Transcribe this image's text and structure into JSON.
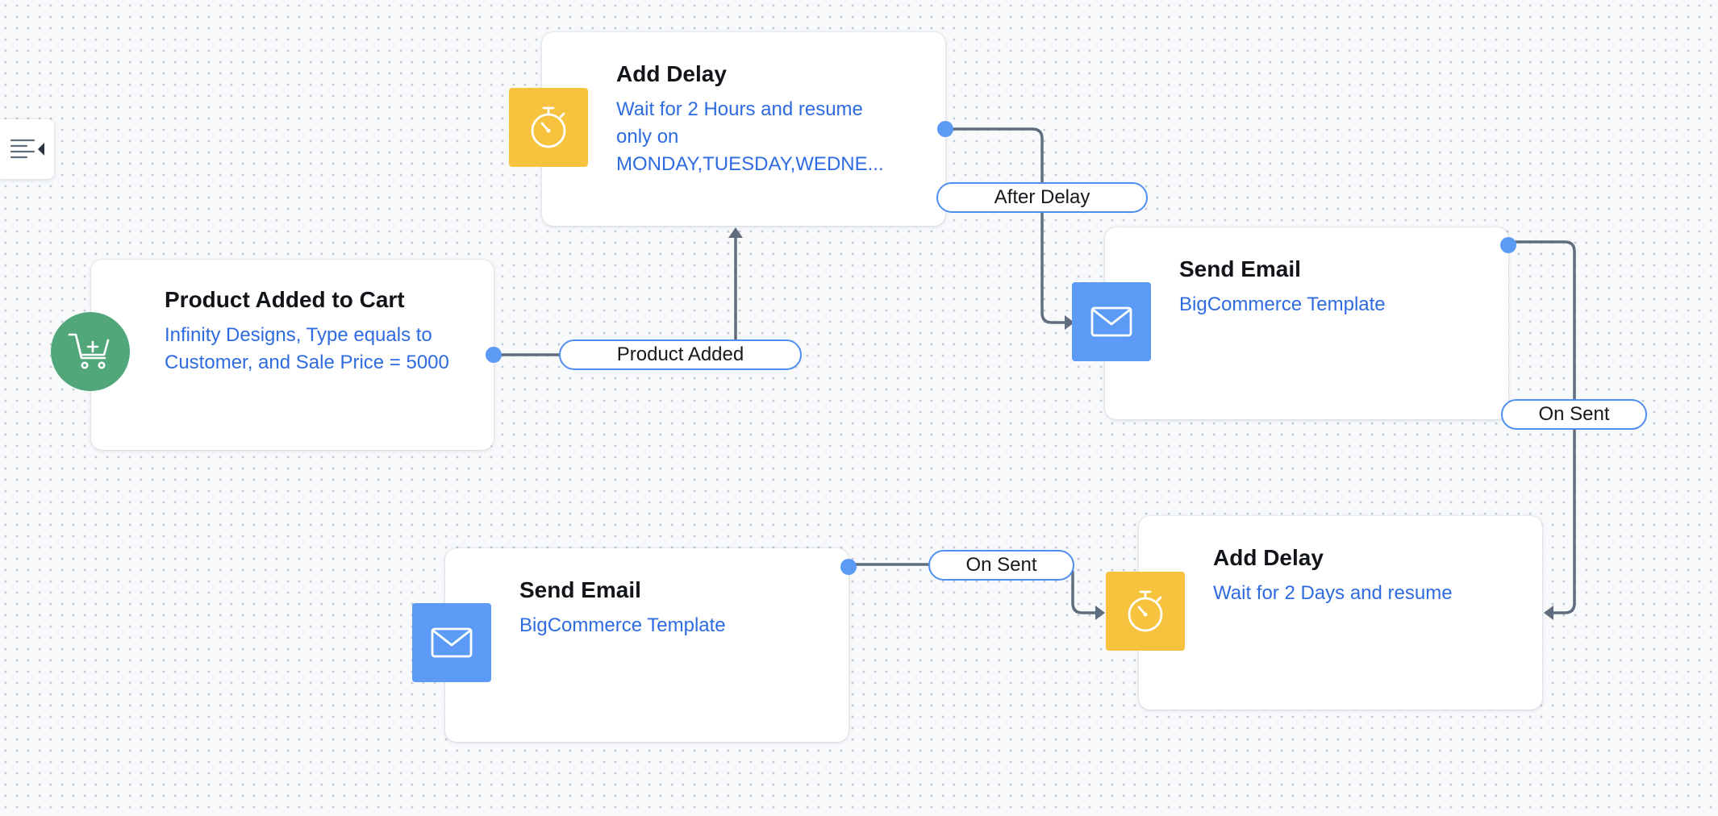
{
  "sidebar_toggle": {
    "icon": "menu-collapse-icon"
  },
  "nodes": {
    "trigger": {
      "title": "Product Added to Cart",
      "description": "Infinity Designs, Type equals to Customer, and Sale Price = 5000",
      "icon": "cart-plus-icon",
      "color": "#52a77a"
    },
    "delay_1": {
      "title": "Add Delay",
      "description": "Wait for 2 Hours and resume only on MONDAY,TUESDAY,WEDNE...",
      "icon": "stopwatch-icon",
      "color": "#f7c23e"
    },
    "email_1": {
      "title": "Send Email",
      "description": "BigCommerce Template",
      "icon": "envelope-icon",
      "color": "#5b9bf5"
    },
    "delay_2": {
      "title": "Add Delay",
      "description": "Wait for 2 Days and resume",
      "icon": "stopwatch-icon",
      "color": "#f7c23e"
    },
    "email_2": {
      "title": "Send Email",
      "description": "BigCommerce Template",
      "icon": "envelope-icon",
      "color": "#5b9bf5"
    }
  },
  "edges": {
    "product_added": "Product Added",
    "after_delay": "After Delay",
    "on_sent_1": "On Sent",
    "on_sent_2": "On Sent"
  },
  "colors": {
    "connector": "#5f6d7f",
    "port": "#5b9bf5",
    "link_text": "#2f6be0"
  }
}
